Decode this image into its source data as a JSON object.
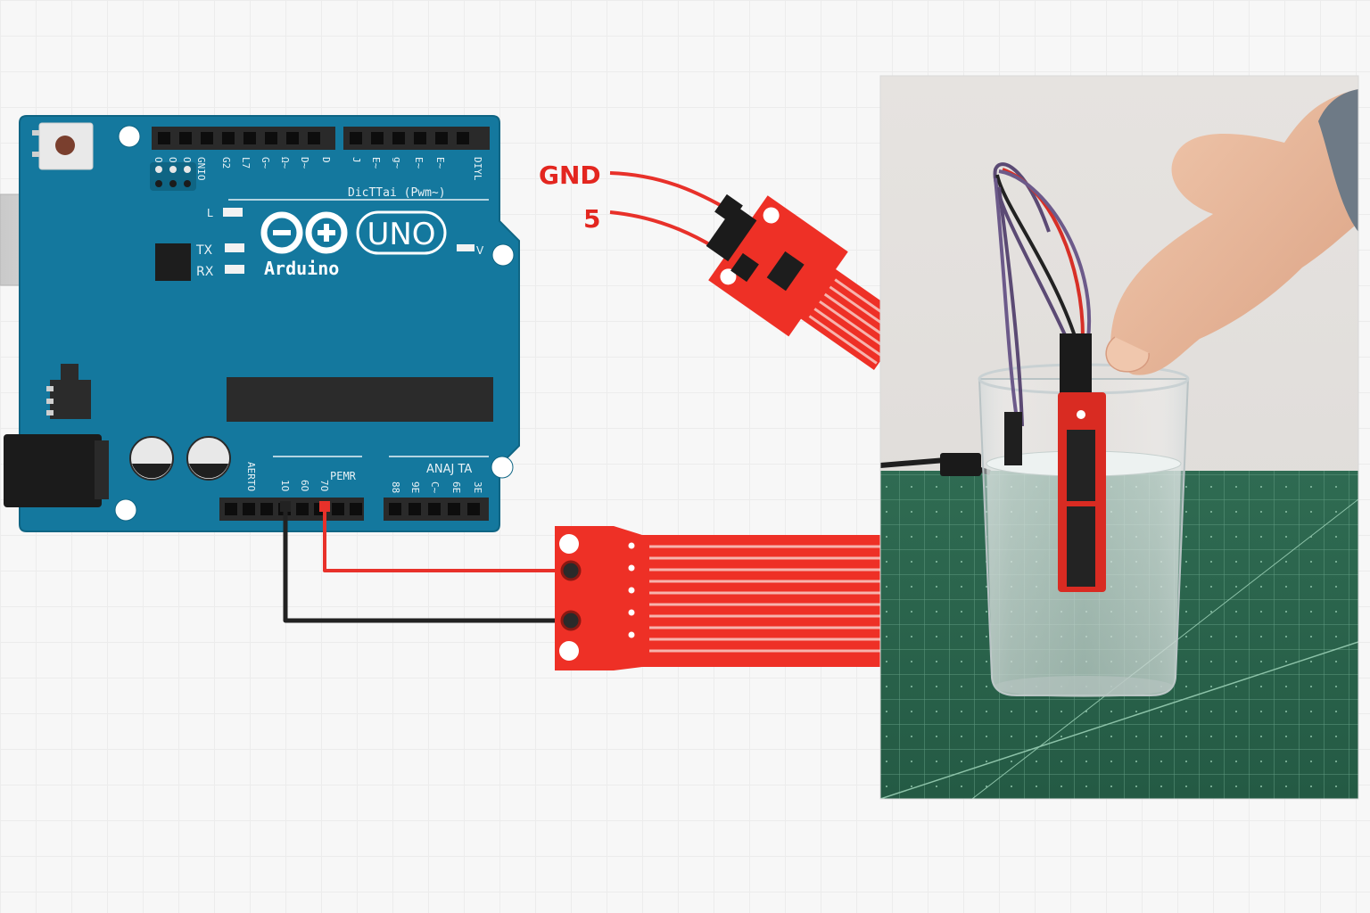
{
  "board": {
    "brand": "Arduino",
    "model": "UNO",
    "logo_minus": "−",
    "logo_plus": "+",
    "label_l": "L",
    "label_tx": "TX",
    "label_rx": "RX",
    "label_v": "V",
    "digital_header": "DicTTai (Pwm~)",
    "digital_side": "DIYL",
    "digital_pins": [
      "G2",
      "L7",
      "G~",
      "Ω~",
      "D~",
      "D",
      "J",
      "E~",
      "g~",
      "E~",
      "E~"
    ],
    "top_left_small": [
      "O",
      "O",
      "O",
      "GNIO"
    ],
    "power_header": "PEMR",
    "power_pins": [
      "1O",
      "6O",
      "7O"
    ],
    "power_side": "AERTO",
    "analog_header": "ANAJ TA",
    "analog_pins": [
      "88",
      "9E",
      "C~",
      "6E",
      "3E"
    ]
  },
  "wiring": {
    "gnd_label": "GND",
    "vcc_label": "5"
  },
  "colors": {
    "board": "#14789e",
    "sensor": "#ee3026",
    "wire_red": "#e8312a",
    "wire_black": "#222222",
    "label_red": "#e3261f"
  },
  "photo": {
    "description_icons": [
      "glass-of-water",
      "hand",
      "water-level-sensor",
      "cutting-mat"
    ]
  }
}
